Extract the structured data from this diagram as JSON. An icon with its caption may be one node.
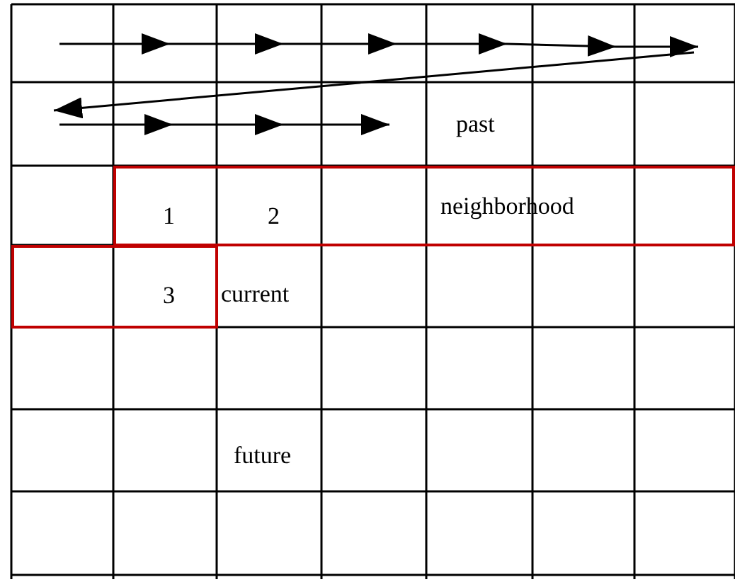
{
  "diagram": {
    "nodes": [
      {
        "text": [
          "1",
          "2",
          "neighborhood"
        ]
      },
      {
        "text": [
          "3"
        ]
      }
    ],
    "edges": [],
    "labels": [
      "past",
      "current",
      "future"
    ]
  }
}
